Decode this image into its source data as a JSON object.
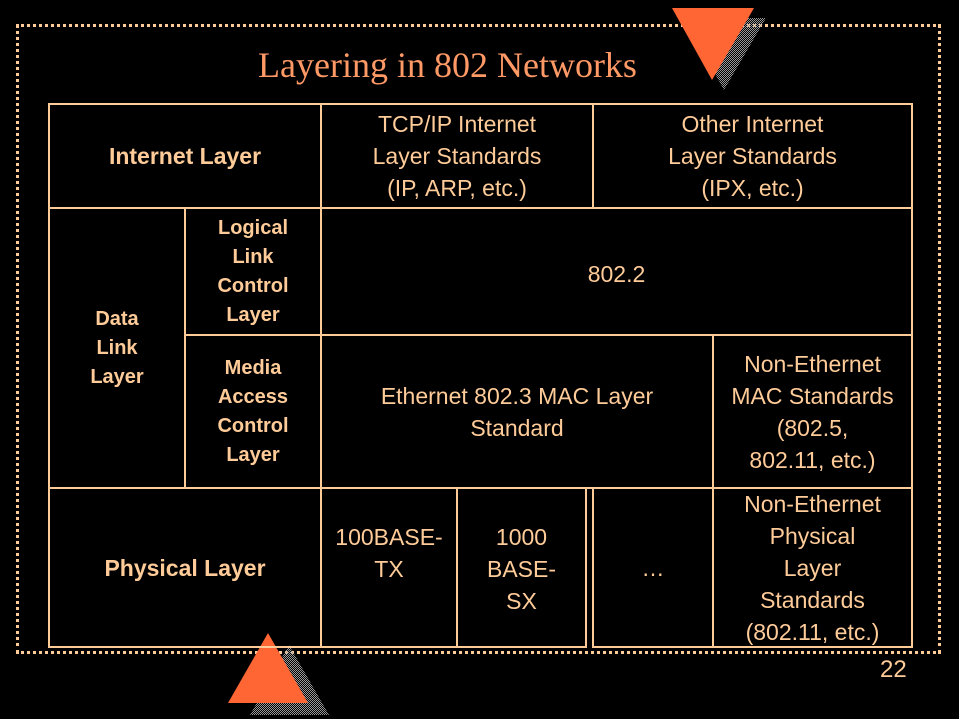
{
  "title": "Layering in 802 Networks",
  "page_number": "22",
  "colors": {
    "text": "#FFCC99",
    "title": "#FF9966",
    "accent": "#FF6633",
    "background": "#000000"
  },
  "table": {
    "internet_layer": "Internet Layer",
    "tcpip_standards": "TCP/IP Internet\nLayer Standards\n(IP, ARP, etc.)",
    "other_standards": "Other Internet\nLayer Standards\n(IPX, etc.)",
    "data_link_layer": "Data\nLink\nLayer",
    "llc_layer": "Logical\nLink\nControl\nLayer",
    "llc_standard": "802.2",
    "mac_layer": "Media\nAccess\nControl\nLayer",
    "ethernet_mac": "Ethernet 802.3 MAC Layer\nStandard",
    "non_ethernet_mac": "Non-Ethernet\nMAC Standards\n(802.5,\n802.11, etc.)",
    "physical_layer": "Physical Layer",
    "phy_100basetx": "100BASE-\nTX",
    "phy_1000basesx": "1000\nBASE-\nSX",
    "phy_ellipsis": "…",
    "non_ethernet_phy": "Non-Ethernet\nPhysical\nLayer\nStandards\n(802.11, etc.)"
  }
}
